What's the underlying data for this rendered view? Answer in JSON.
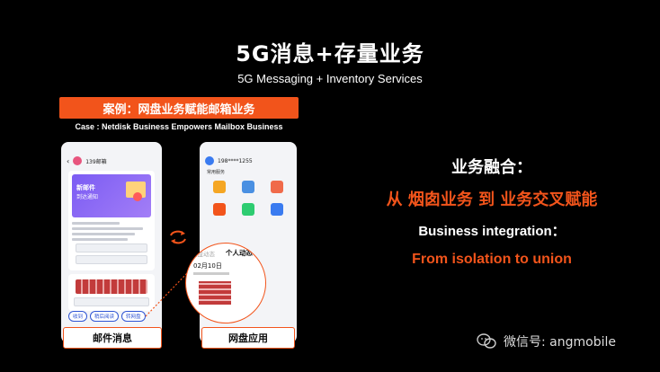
{
  "slide": {
    "title": "5G消息+存量业务",
    "subtitle": "5G Messaging + Inventory Services",
    "case_banner": "案例：网盘业务赋能邮箱业务",
    "case_subtitle": "Case : Netdisk Business Empowers Mailbox Business"
  },
  "phone_mail": {
    "app_name": "139邮箱",
    "card_title": "新邮件",
    "card_sub": "到达通知",
    "chips": [
      "收到",
      "稍后阅读",
      "转网盘"
    ],
    "label": "邮件消息"
  },
  "phone_disk": {
    "user": "198****1255",
    "section": "常用服务",
    "circle_tab1": "云盘动态",
    "circle_tab2": "个人动态",
    "circle_date": "02月10日",
    "label": "网盘应用"
  },
  "right": {
    "h1": "业务融合：",
    "h2": "从 烟囱业务 到 业务交叉赋能",
    "h3": "Business integration：",
    "h4": "From isolation to union"
  },
  "watermark": {
    "text": "微信号: angmobile"
  },
  "colors": {
    "accent": "#f2541b",
    "background": "#000000",
    "chip_blue": "#2f55d4",
    "mail_purple": "#7b5cf3"
  }
}
